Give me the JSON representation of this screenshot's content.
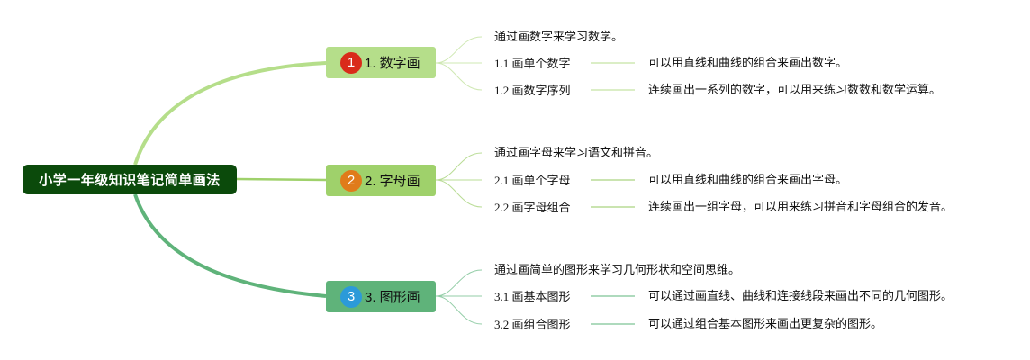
{
  "root": {
    "label": "小学一年级知识笔记简单画法"
  },
  "colors": {
    "root_bg": "#0b4a0b",
    "branch1_bg": "#b5de8a",
    "branch2_bg": "#9fd16b",
    "branch3_bg": "#5fb37a",
    "badge1": "#d92b1a",
    "badge2": "#e07b1a",
    "badge3": "#2c9ad9"
  },
  "branches": [
    {
      "number": "1",
      "label": "1. 数字画",
      "desc": "通过画数字来学习数学。",
      "subs": [
        {
          "title": "1.1 画单个数字",
          "detail": "可以用直线和曲线的组合来画出数字。"
        },
        {
          "title": "1.2 画数字序列",
          "detail": "连续画出一系列的数字，可以用来练习数数和数学运算。"
        }
      ]
    },
    {
      "number": "2",
      "label": "2. 字母画",
      "desc": "通过画字母来学习语文和拼音。",
      "subs": [
        {
          "title": "2.1 画单个字母",
          "detail": "可以用直线和曲线的组合来画出字母。"
        },
        {
          "title": "2.2 画字母组合",
          "detail": "连续画出一组字母，可以用来练习拼音和字母组合的发音。"
        }
      ]
    },
    {
      "number": "3",
      "label": "3. 图形画",
      "desc": "通过画简单的图形来学习几何形状和空间思维。",
      "subs": [
        {
          "title": "3.1 画基本图形",
          "detail": "可以通过画直线、曲线和连接线段来画出不同的几何图形。"
        },
        {
          "title": "3.2 画组合图形",
          "detail": "可以通过组合基本图形来画出更复杂的图形。"
        }
      ]
    }
  ]
}
